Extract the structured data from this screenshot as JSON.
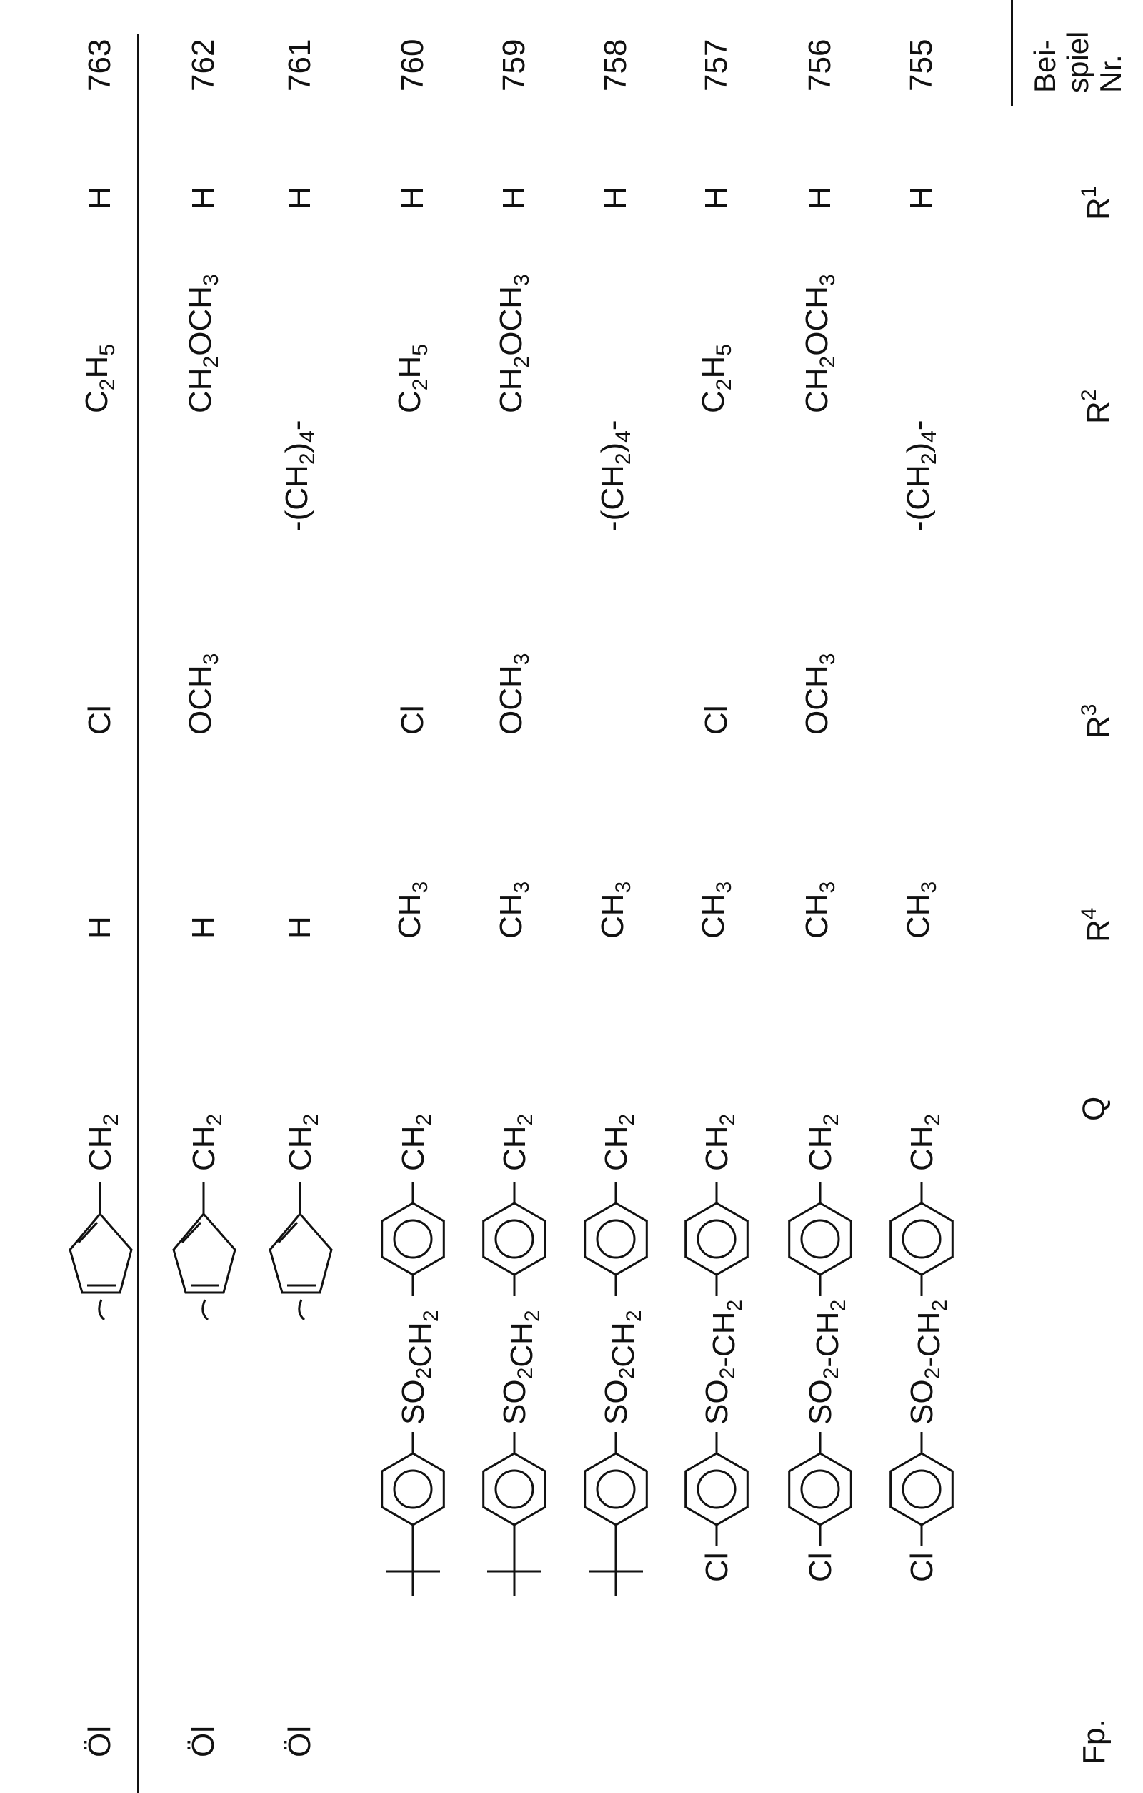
{
  "headers": {
    "example_line1": "Bei-",
    "example_line2": "spiel",
    "example_line3": "Nr.",
    "r1": "R",
    "r1_sup": "1",
    "r2": "R",
    "r2_sup": "2",
    "r3": "R",
    "r3_sup": "3",
    "r4": "R",
    "r4_sup": "4",
    "q": "Q",
    "fp": "Fp."
  },
  "rows": [
    {
      "nr": "755",
      "r1": "H",
      "r2": "",
      "r3": "",
      "r2r3_bridge": "-(CH2)4-",
      "r4": "CH3",
      "q_type": "aryl",
      "q_tail": "SO2-CH2",
      "q_end": "Cl",
      "fp": ""
    },
    {
      "nr": "756",
      "r1": "H",
      "r2": "CH2OCH3",
      "r3": "OCH3",
      "r2r3_bridge": "",
      "r4": "CH3",
      "q_type": "aryl",
      "q_tail": "SO2-CH2",
      "q_end": "Cl",
      "fp": ""
    },
    {
      "nr": "757",
      "r1": "H",
      "r2": "C2H5",
      "r3": "Cl",
      "r2r3_bridge": "",
      "r4": "CH3",
      "q_type": "aryl",
      "q_tail": "SO2-CH2",
      "q_end": "Cl",
      "fp": ""
    },
    {
      "nr": "758",
      "r1": "H",
      "r2": "",
      "r3": "",
      "r2r3_bridge": "-(CH2)4-",
      "r4": "CH3",
      "q_type": "aryl",
      "q_tail": "SO2CH2",
      "q_end": "tert-butyl",
      "fp": ""
    },
    {
      "nr": "759",
      "r1": "H",
      "r2": "CH2OCH3",
      "r3": "OCH3",
      "r2r3_bridge": "",
      "r4": "CH3",
      "q_type": "aryl",
      "q_tail": "SO2CH2",
      "q_end": "tert-butyl",
      "fp": ""
    },
    {
      "nr": "760",
      "r1": "H",
      "r2": "C2H5",
      "r3": "Cl",
      "r2r3_bridge": "",
      "r4": "CH3",
      "q_type": "aryl",
      "q_tail": "SO2CH2",
      "q_end": "tert-butyl",
      "fp": ""
    },
    {
      "nr": "761",
      "r1": "H",
      "r2": "",
      "r3": "",
      "r2r3_bridge": "-(CH2)4-",
      "r4": "H",
      "q_type": "cyclopentenyl",
      "q_tail": "",
      "q_end": "",
      "fp": "Öl"
    },
    {
      "nr": "762",
      "r1": "H",
      "r2": "CH2OCH3",
      "r3": "OCH3",
      "r2r3_bridge": "",
      "r4": "H",
      "q_type": "cyclopentenyl",
      "q_tail": "",
      "q_end": "",
      "fp": "Öl"
    },
    {
      "nr": "763",
      "r1": "H",
      "r2": "C2H5",
      "r3": "Cl",
      "r2r3_bridge": "",
      "r4": "H",
      "q_type": "cyclopentenyl",
      "q_tail": "",
      "q_end": "",
      "fp": "Öl"
    }
  ],
  "q_prefix": "CH2"
}
